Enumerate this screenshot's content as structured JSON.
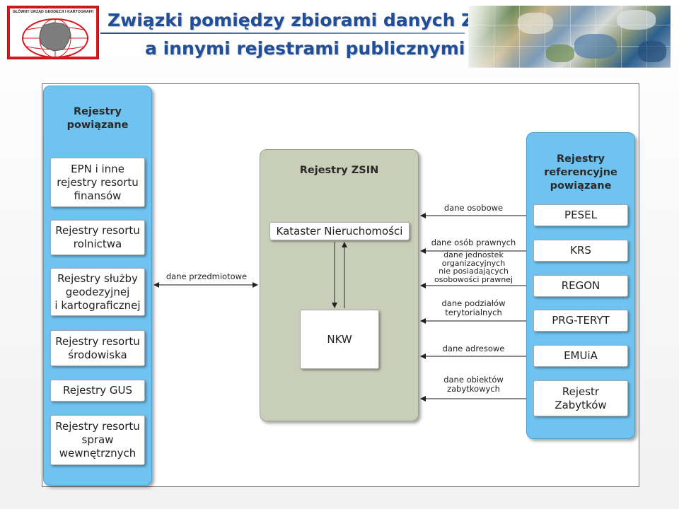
{
  "logo": {
    "text": "GŁÓWNY URZĄD GEODEZJI I KARTOGRAFII",
    "colors": {
      "frame": "#d7191f"
    }
  },
  "title": {
    "line1": "Związki pomiędzy zbiorami danych ZSIN",
    "line2": "a innymi rejestrami publicznymi",
    "color": "#1f4e9a"
  },
  "left_panel": {
    "heading": "Rejestry\npowiązane",
    "items": [
      "EPN i inne\nrejestry resortu\nfinansów",
      "Rejestry resortu\nrolnictwa",
      "Rejestry służby\ngeodezyjnej\ni kartograficznej",
      "Rejestry resortu\nśrodowiska",
      "Rejestry GUS",
      "Rejestry resortu\nspraw\nwewnętrznych"
    ]
  },
  "center_panel": {
    "heading": "Rejestry ZSIN",
    "kataster": "Kataster Nieruchomości",
    "nkw": "NKW"
  },
  "right_panel": {
    "heading": "Rejestry\nreferencyjne\npowiązane",
    "items": [
      "PESEL",
      "KRS",
      "REGON",
      "PRG-TERYT",
      "EMUiA",
      "Rejestr\nZabytków"
    ]
  },
  "flows": {
    "left": "dane przedmiotowe",
    "right": [
      "dane osobowe",
      "dane osób prawnych",
      "dane jednostek\norganizacyjnych\nnie posiadających\nosobowości prawnej",
      "dane podziałów\nterytorialnych",
      "dane adresowe",
      "dane obiektów\nzabytkowych"
    ]
  },
  "colors": {
    "blue_panel": "#6fc3f0",
    "zsin_panel": "#c9ceb9",
    "box": "#ffffff"
  }
}
